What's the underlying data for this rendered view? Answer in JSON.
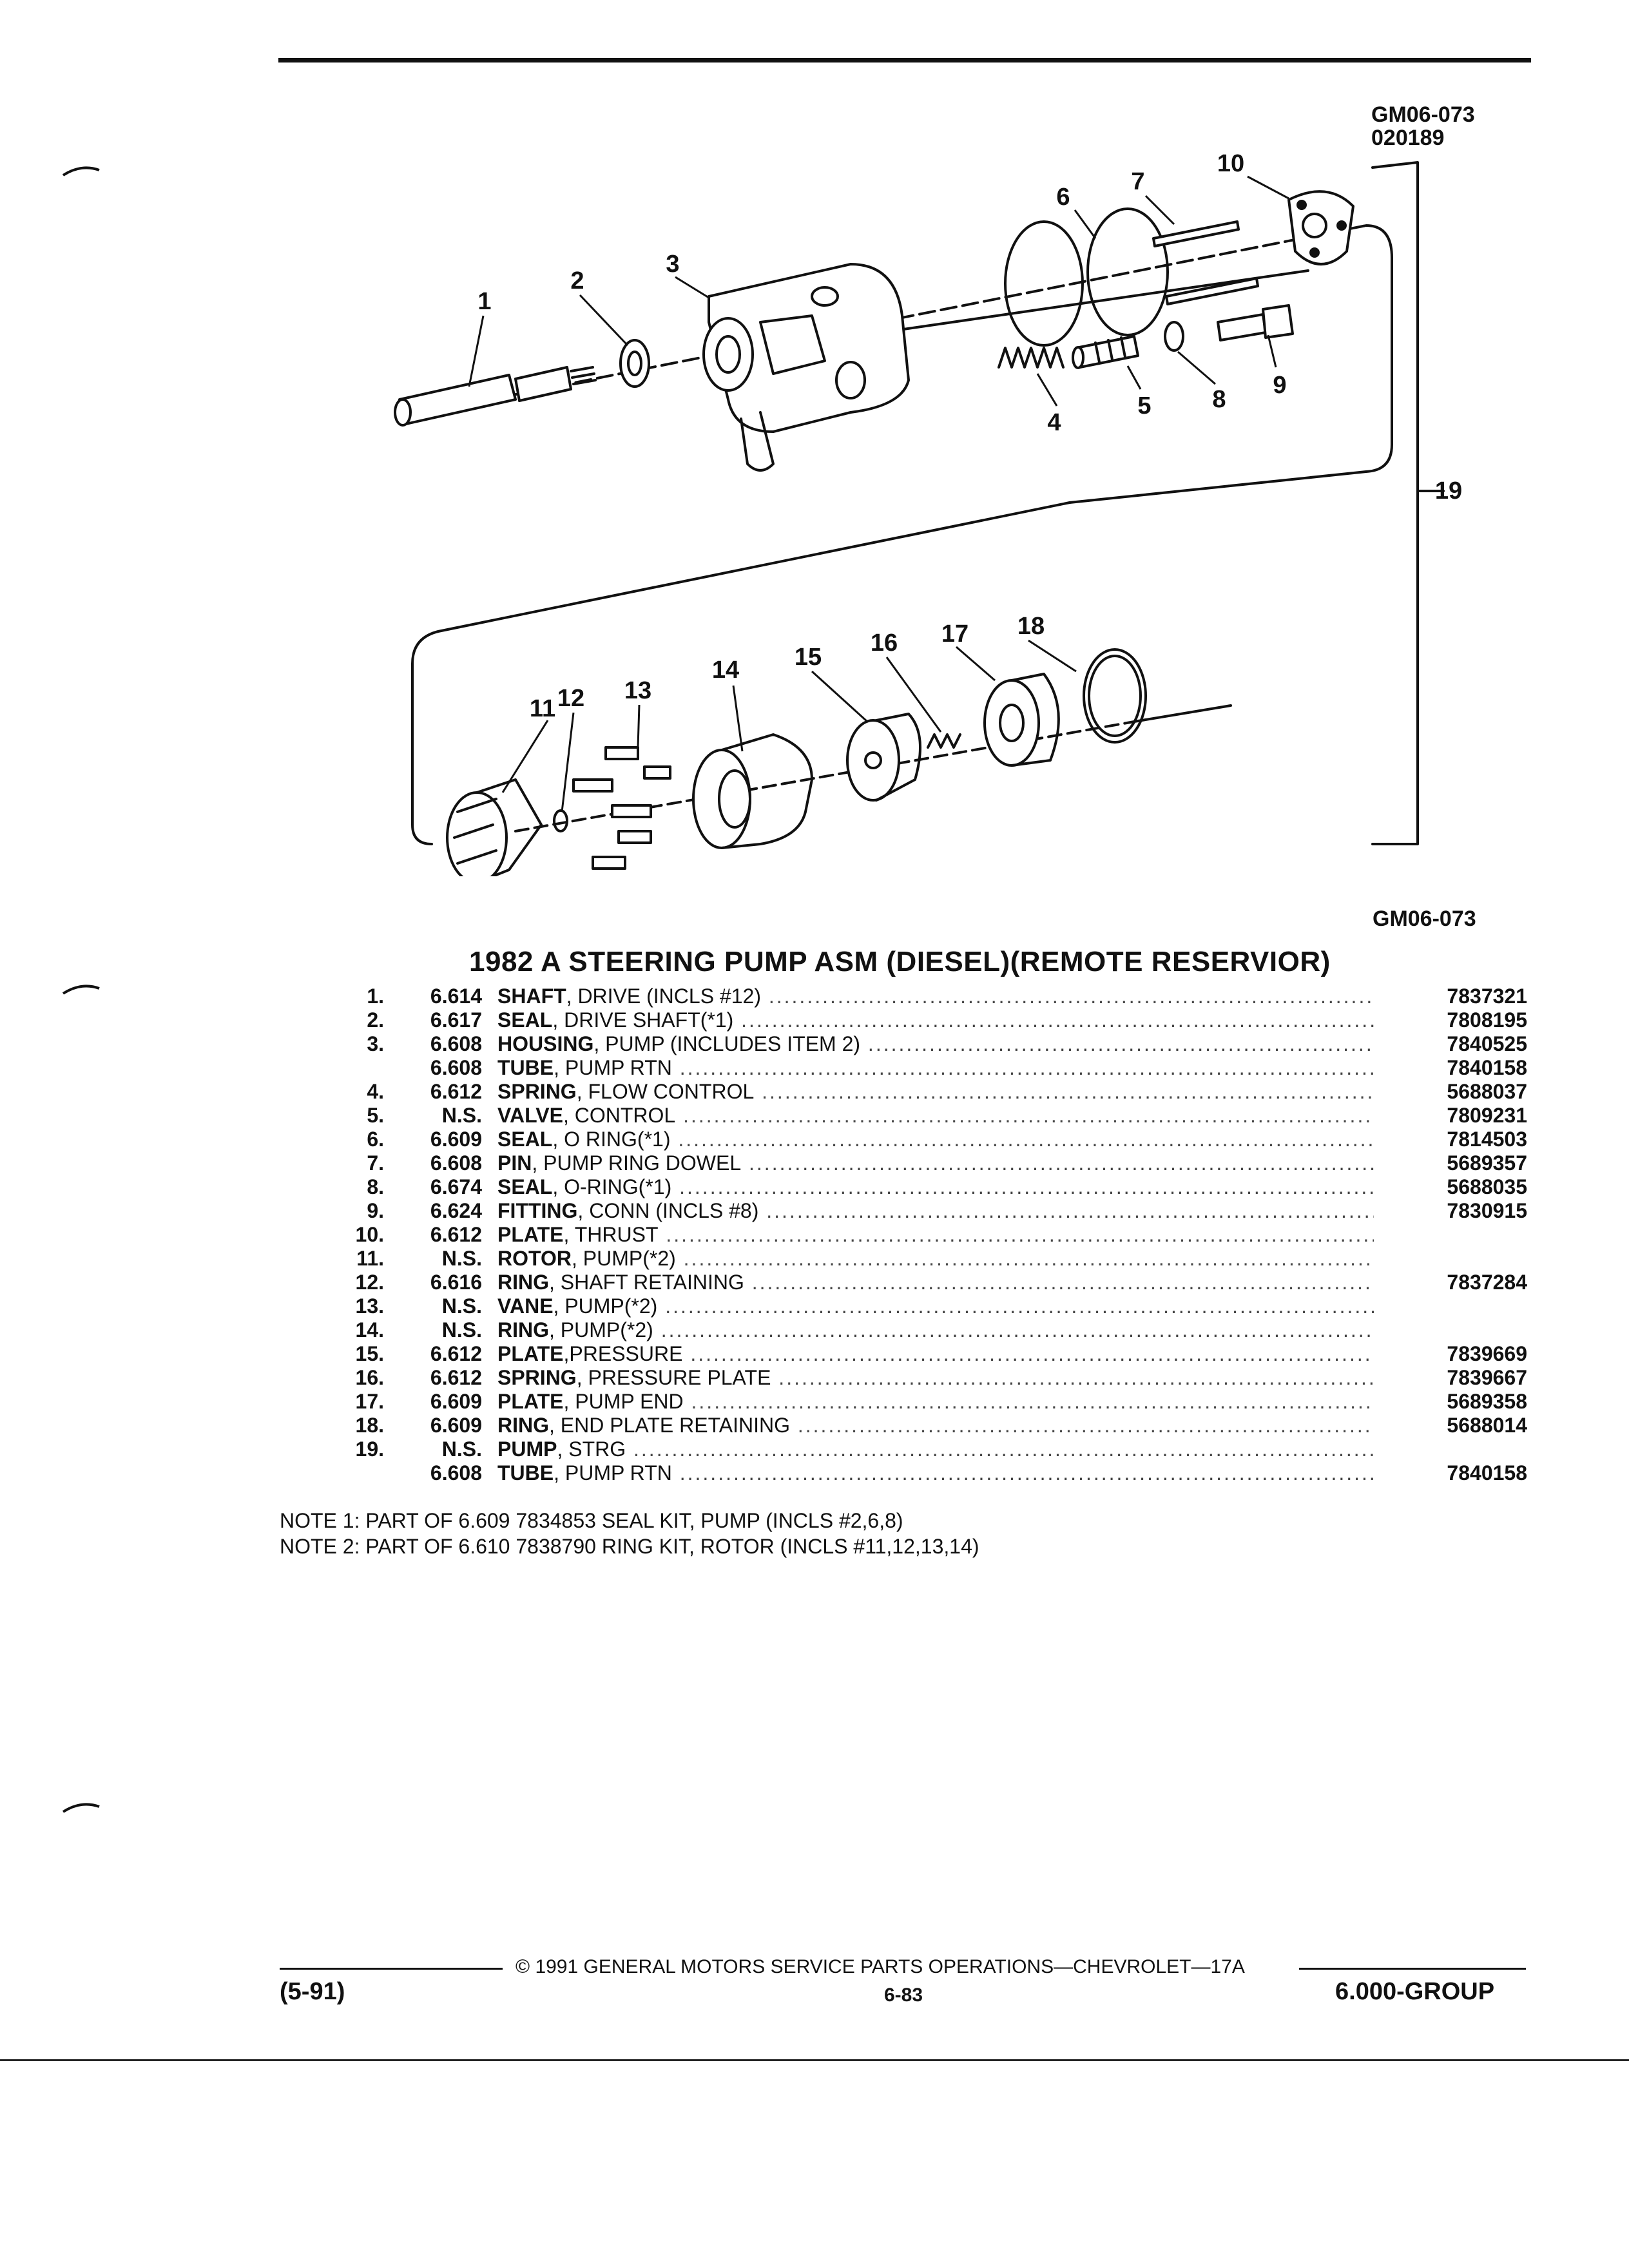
{
  "header": {
    "ref_line1": "GM06-073",
    "ref_line2": "020189"
  },
  "figure_ref": "GM06-073",
  "callouts": [
    "1",
    "2",
    "3",
    "4",
    "5",
    "6",
    "7",
    "8",
    "9",
    "10",
    "11",
    "12",
    "13",
    "14",
    "15",
    "16",
    "17",
    "18",
    "19"
  ],
  "title": "1982 A STEERING PUMP ASM (DIESEL)(REMOTE RESERVIOR)",
  "parts": [
    {
      "num": "1.",
      "group": "6.614",
      "name": "SHAFT",
      "desc": ", DRIVE (INCLS #12)",
      "part": "7837321"
    },
    {
      "num": "2.",
      "group": "6.617",
      "name": "SEAL",
      "desc": ", DRIVE SHAFT(*1)",
      "part": "7808195"
    },
    {
      "num": "3.",
      "group": "6.608",
      "name": "HOUSING",
      "desc": ", PUMP (INCLUDES ITEM 2)",
      "part": "7840525"
    },
    {
      "num": "",
      "group": "6.608",
      "name": "TUBE",
      "desc": ", PUMP RTN",
      "part": "7840158"
    },
    {
      "num": "4.",
      "group": "6.612",
      "name": "SPRING",
      "desc": ", FLOW CONTROL",
      "part": "5688037"
    },
    {
      "num": "5.",
      "group": "N.S.",
      "name": "VALVE",
      "desc": ", CONTROL",
      "part": "7809231"
    },
    {
      "num": "6.",
      "group": "6.609",
      "name": "SEAL",
      "desc": ", O RING(*1)",
      "part": "7814503"
    },
    {
      "num": "7.",
      "group": "6.608",
      "name": "PIN",
      "desc": ", PUMP RING DOWEL",
      "part": "5689357"
    },
    {
      "num": "8.",
      "group": "6.674",
      "name": "SEAL",
      "desc": ", O-RING(*1)",
      "part": "5688035"
    },
    {
      "num": "9.",
      "group": "6.624",
      "name": "FITTING",
      "desc": ", CONN (INCLS #8)",
      "part": "7830915"
    },
    {
      "num": "10.",
      "group": "6.612",
      "name": "PLATE",
      "desc": ", THRUST",
      "part": ""
    },
    {
      "num": "11.",
      "group": "N.S.",
      "name": "ROTOR",
      "desc": ", PUMP(*2)",
      "part": ""
    },
    {
      "num": "12.",
      "group": "6.616",
      "name": "RING",
      "desc": ", SHAFT RETAINING",
      "part": "7837284"
    },
    {
      "num": "13.",
      "group": "N.S.",
      "name": "VANE",
      "desc": ", PUMP(*2)",
      "part": ""
    },
    {
      "num": "14.",
      "group": "N.S.",
      "name": "RING",
      "desc": ", PUMP(*2)",
      "part": ""
    },
    {
      "num": "15.",
      "group": "6.612",
      "name": "PLATE",
      "desc": ",PRESSURE",
      "part": "7839669"
    },
    {
      "num": "16.",
      "group": "6.612",
      "name": "SPRING",
      "desc": ", PRESSURE PLATE",
      "part": "7839667"
    },
    {
      "num": "17.",
      "group": "6.609",
      "name": "PLATE",
      "desc": ", PUMP END",
      "part": "5689358"
    },
    {
      "num": "18.",
      "group": "6.609",
      "name": "RING",
      "desc": ", END PLATE RETAINING",
      "part": "5688014"
    },
    {
      "num": "19.",
      "group": "N.S.",
      "name": "PUMP",
      "desc": ", STRG",
      "part": ""
    },
    {
      "num": "",
      "group": "6.608",
      "name": "TUBE",
      "desc": ", PUMP RTN",
      "part": "7840158"
    }
  ],
  "notes": [
    "NOTE  1:  PART OF 6.609 7834853 SEAL KIT, PUMP (INCLS #2,6,8)",
    "NOTE  2:  PART OF 6.610 7838790 RING KIT, ROTOR (INCLS #11,12,13,14)"
  ],
  "footer": {
    "copyright": "© 1991 GENERAL MOTORS SERVICE PARTS OPERATIONS—CHEVROLET—17A",
    "left": "(5-91)",
    "page": "6-83",
    "right": "6.000-GROUP"
  }
}
